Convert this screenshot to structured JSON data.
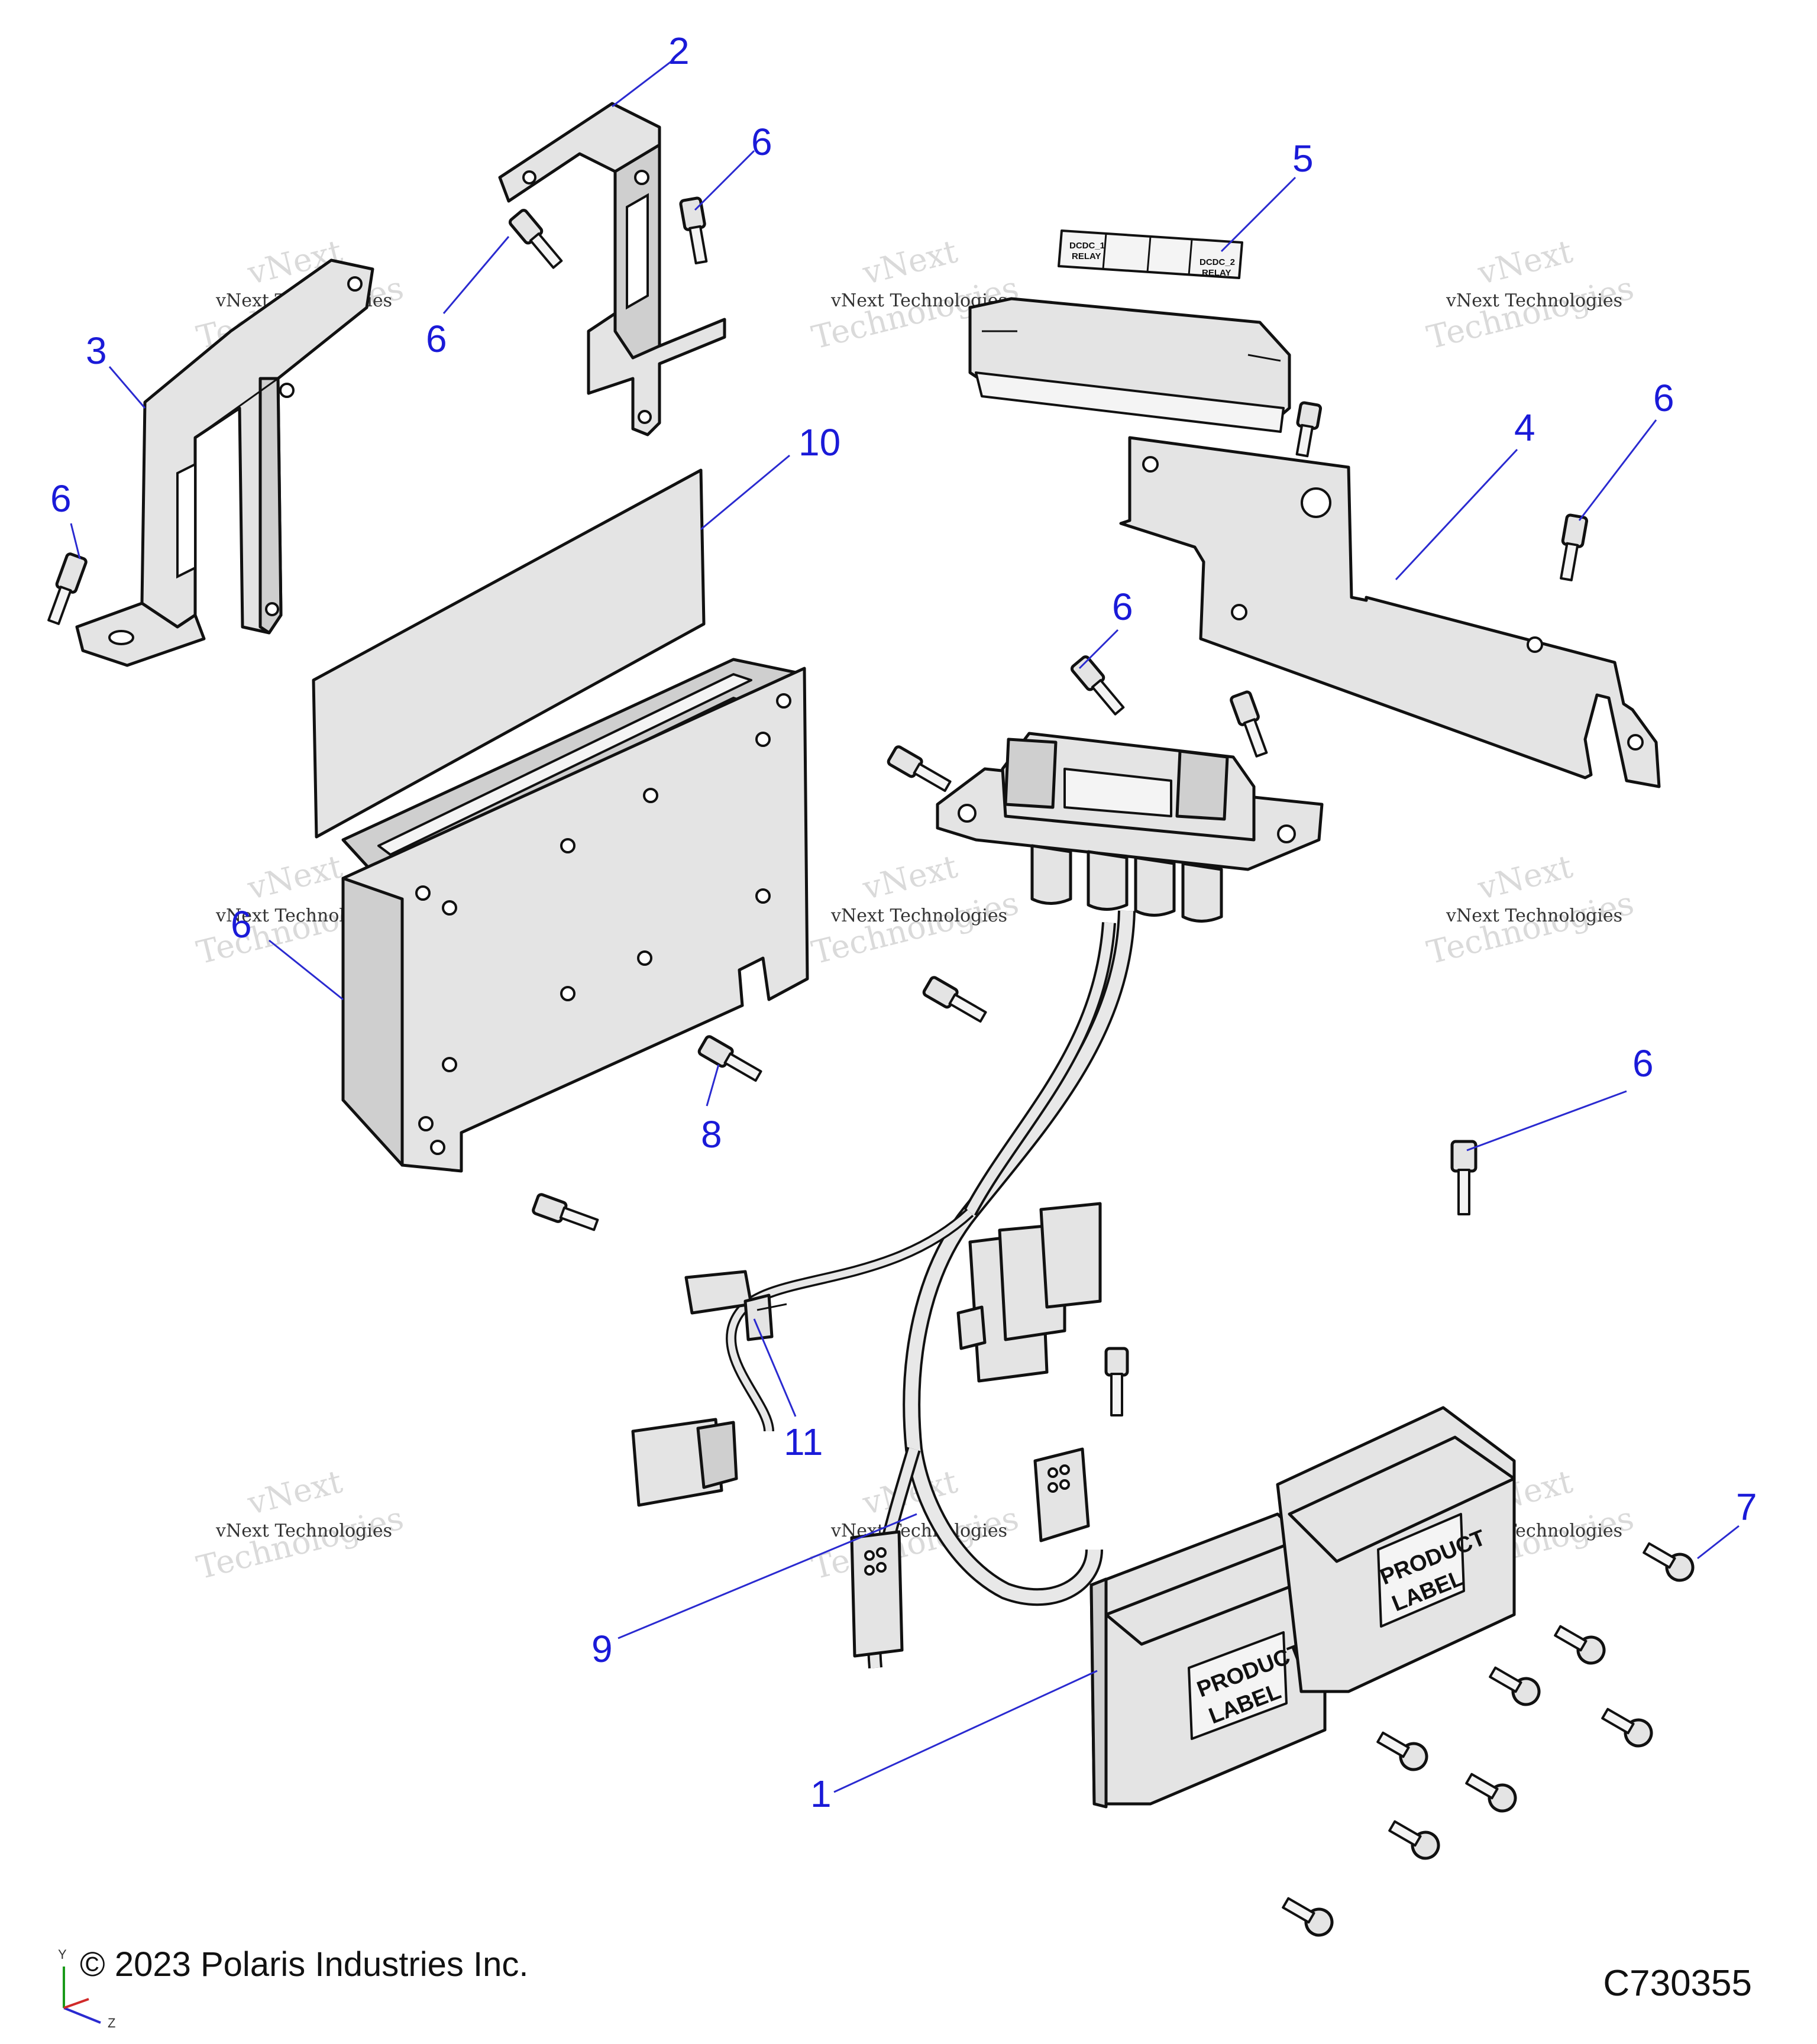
{
  "callouts": [
    {
      "id": "c2",
      "label": "2"
    },
    {
      "id": "c6a",
      "label": "6"
    },
    {
      "id": "c6b",
      "label": "6"
    },
    {
      "id": "c5",
      "label": "5"
    },
    {
      "id": "c3",
      "label": "3"
    },
    {
      "id": "c10",
      "label": "10"
    },
    {
      "id": "c4",
      "label": "4"
    },
    {
      "id": "c6c",
      "label": "6"
    },
    {
      "id": "c6d",
      "label": "6"
    },
    {
      "id": "c6e",
      "label": "6"
    },
    {
      "id": "c8",
      "label": "8"
    },
    {
      "id": "c6f",
      "label": "6"
    },
    {
      "id": "c6g",
      "label": "6"
    },
    {
      "id": "c11",
      "label": "11"
    },
    {
      "id": "c7",
      "label": "7"
    },
    {
      "id": "c9",
      "label": "9"
    },
    {
      "id": "c1",
      "label": "1"
    }
  ],
  "labels": {
    "product_label_line1": "PRODUCT",
    "product_label_line2": "LABEL",
    "relay1_line1": "DCDC_1",
    "relay1_line2": "RELAY",
    "relay2_line1": "DCDC_2",
    "relay2_line2": "RELAY"
  },
  "watermark": {
    "line1": "vNext Technologies",
    "line2": "vNext",
    "line3": "Technologies"
  },
  "axis": {
    "y": "Y",
    "z": "Z"
  },
  "footer": {
    "copyright": "© 2023 Polaris Industries Inc.",
    "figure_code": "C730355"
  }
}
